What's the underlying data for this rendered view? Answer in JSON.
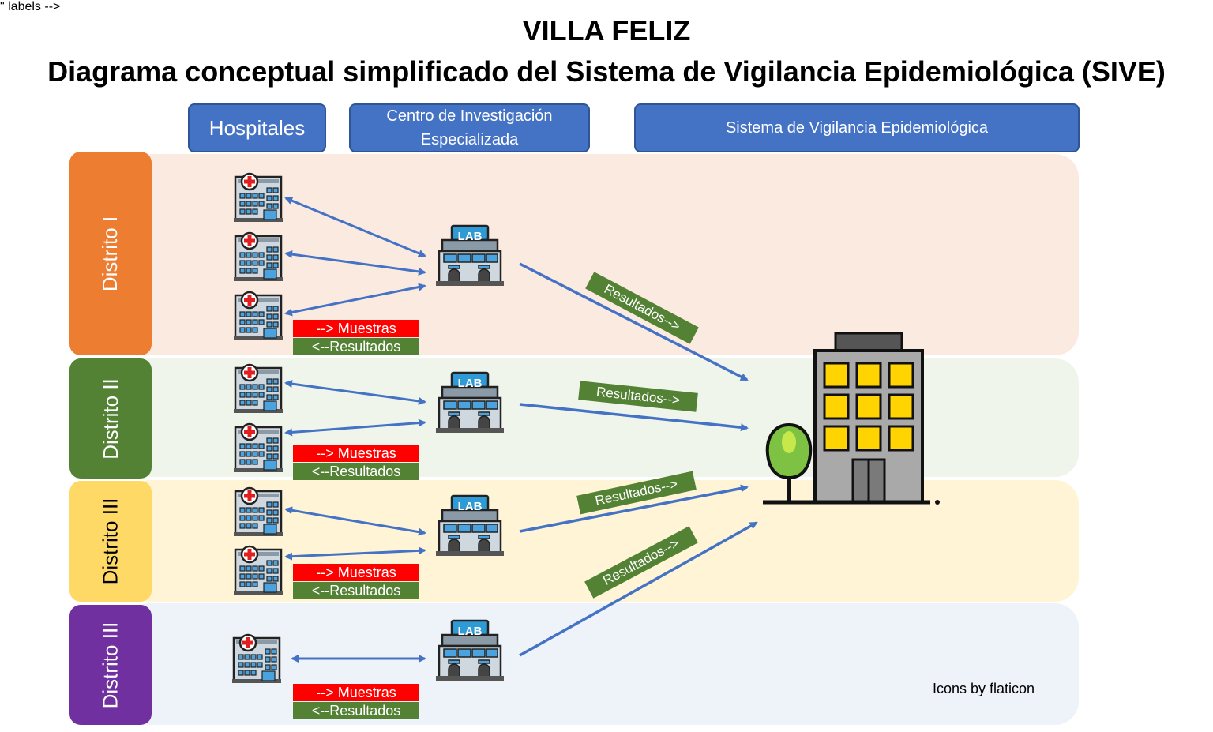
{
  "title": "VILLA FELIZ",
  "subtitle": "Diagrama conceptual simplificado del Sistema de Vigilancia Epidemiológica (SIVE)",
  "headers": {
    "hospitals": "Hospitales",
    "research_center": "Centro de Investigación Especializada",
    "surveillance": "Sistema de Vigilancia Epidemiológica"
  },
  "districts": [
    {
      "label": "Distrito I",
      "color": "#ed7d31",
      "band_color": "#fbeae0",
      "text_color": "#ffffff"
    },
    {
      "label": "Distrito II",
      "color": "#548235",
      "band_color": "#f0f5ec",
      "text_color": "#ffffff"
    },
    {
      "label": "Distrito III",
      "color": "#ffd966",
      "band_color": "#fff5d6",
      "text_color": "#000000"
    },
    {
      "label": "Distrito III",
      "color": "#7030a0",
      "band_color": "#eef2f9",
      "text_color": "#ffffff"
    }
  ],
  "tags": {
    "samples": "--> Muestras",
    "results": "<--Resultados"
  },
  "results_arrow_label": "Resultados-->",
  "lab_icon_text": "LAB",
  "credit": "Icons by flaticon",
  "colors": {
    "accent": "#4472c4",
    "arrow": "#4472c4",
    "samples_tag": "#ff0000",
    "results_tag": "#548235"
  }
}
